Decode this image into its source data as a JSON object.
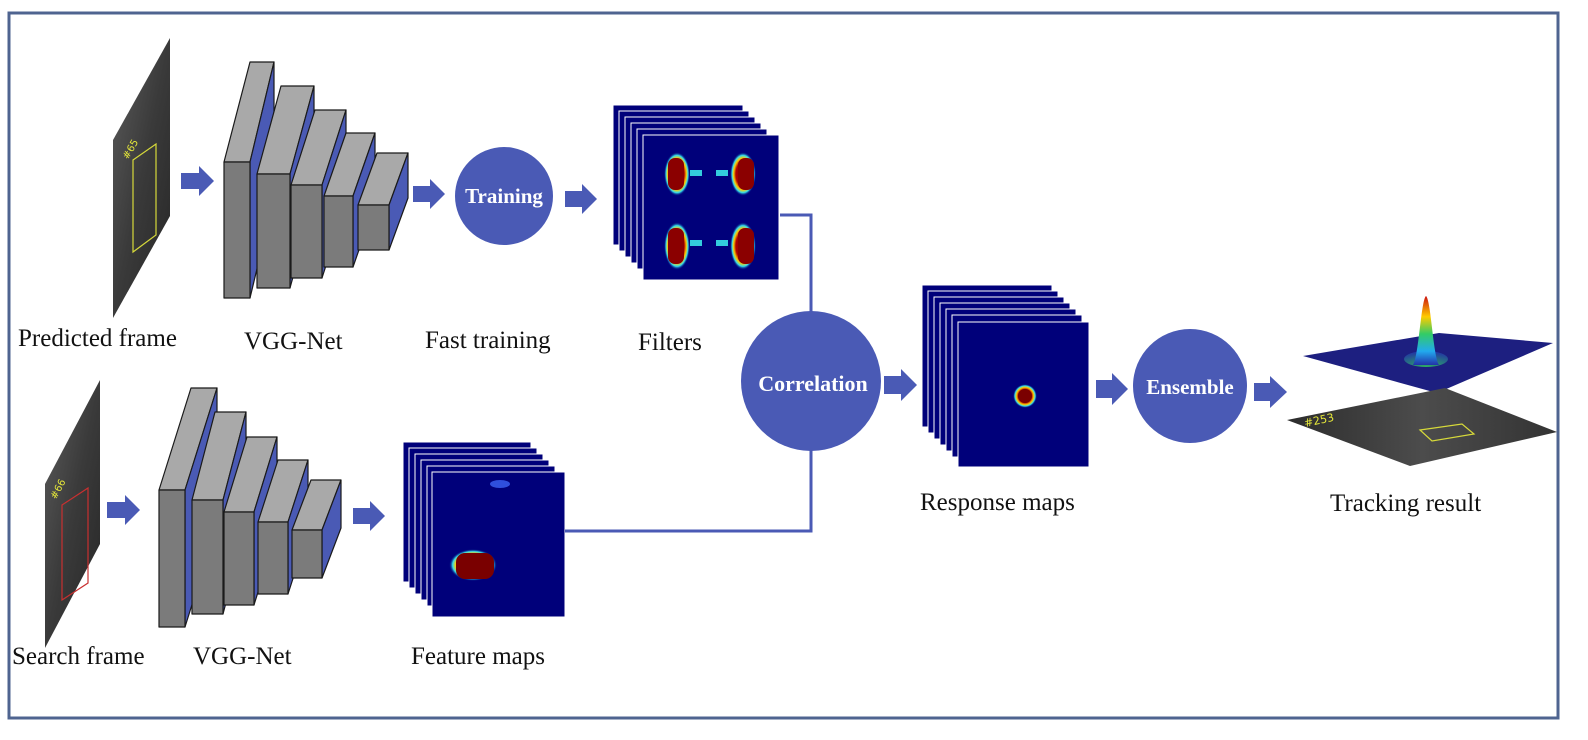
{
  "colors": {
    "accent": "#4a5ab5",
    "border": "#4f6490",
    "layer_gray": "#a9a9a9",
    "map_bg": "#00007a",
    "hot": "#8b0000"
  },
  "labels": {
    "predicted_frame": "Predicted frame",
    "vgg_top": "VGG-Net",
    "fast_training": "Fast training",
    "filters": "Filters",
    "search_frame": "Search frame",
    "vgg_bottom": "VGG-Net",
    "feature_maps": "Feature maps",
    "response_maps": "Response maps",
    "tracking_result": "Tracking result"
  },
  "nodes": {
    "training": "Training",
    "correlation": "Correlation",
    "ensemble": "Ensemble"
  },
  "frame_text": {
    "predicted": "#65",
    "search": "#66",
    "result": "#253"
  }
}
